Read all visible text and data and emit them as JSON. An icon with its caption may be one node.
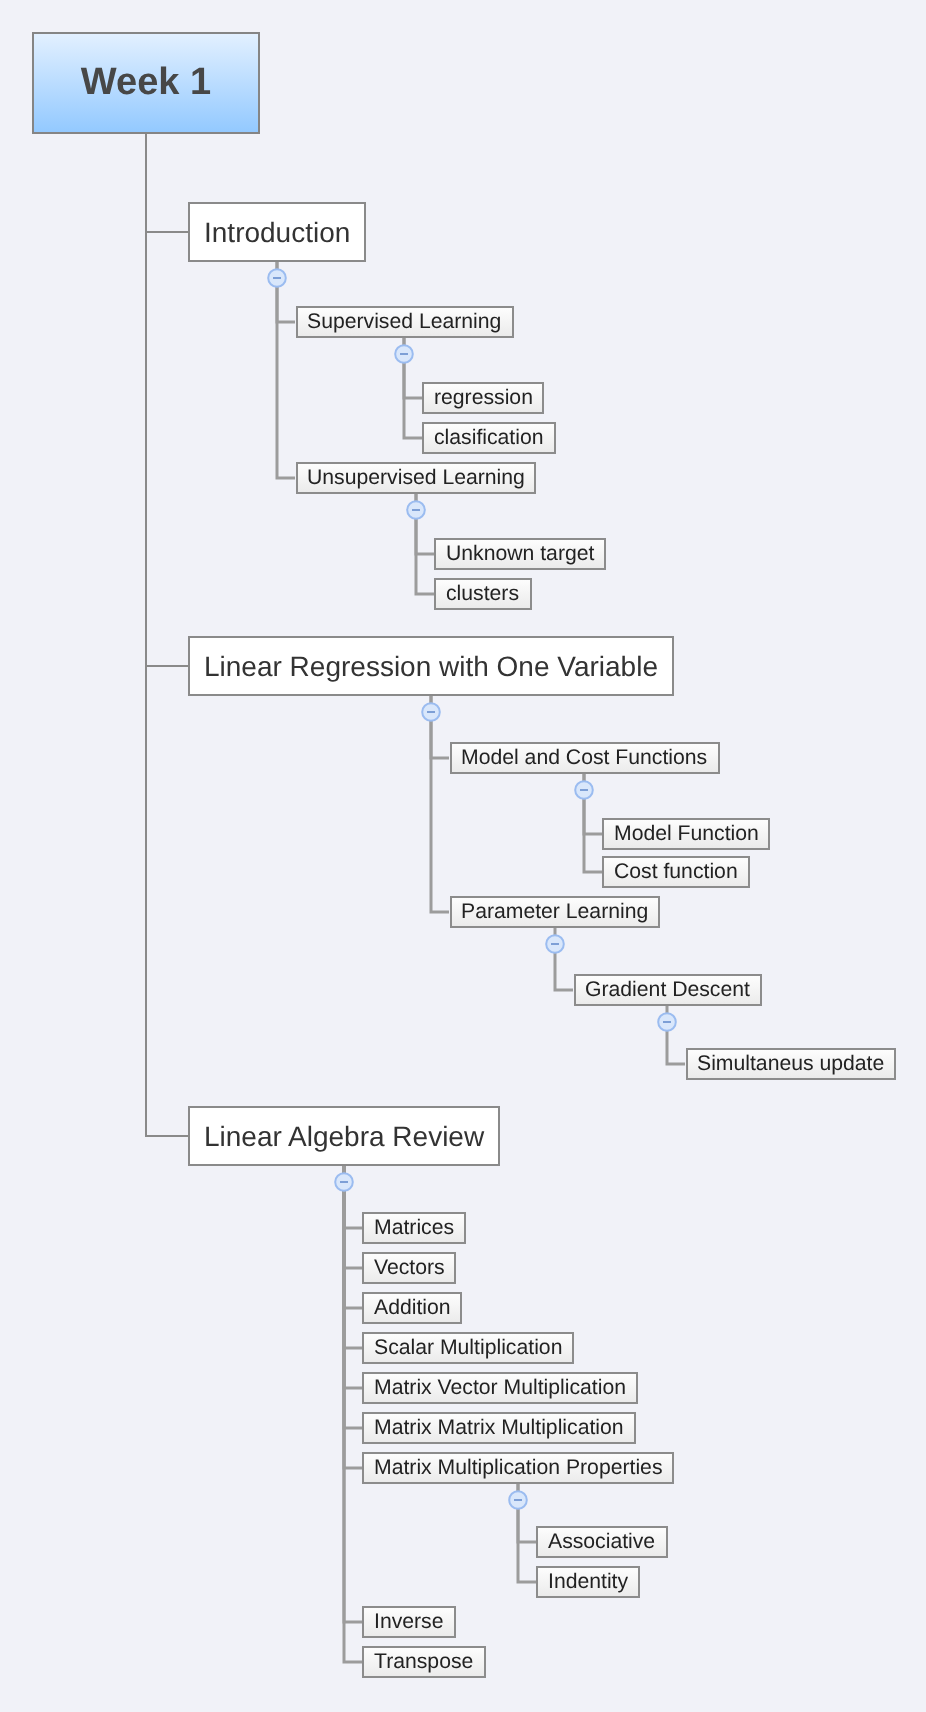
{
  "diagram": {
    "nodes": [
      {
        "text": [
          "Week 1"
        ]
      },
      {
        "text": [
          "Introduction"
        ]
      },
      {
        "text": [
          "Supervised Learning"
        ]
      },
      {
        "text": [
          "regression"
        ]
      },
      {
        "text": [
          "clasification"
        ]
      },
      {
        "text": [
          "Unsupervised Learning"
        ]
      },
      {
        "text": [
          "Unknown target"
        ]
      },
      {
        "text": [
          "clusters"
        ]
      },
      {
        "text": [
          "Linear Regression with One Variable"
        ]
      },
      {
        "text": [
          "Model and Cost Functions"
        ]
      },
      {
        "text": [
          "Model Function"
        ]
      },
      {
        "text": [
          "Cost function"
        ]
      },
      {
        "text": [
          "Parameter Learning"
        ]
      },
      {
        "text": [
          "Gradient Descent"
        ]
      },
      {
        "text": [
          "Simultaneus update"
        ]
      },
      {
        "text": [
          "Linear Algebra Review"
        ]
      },
      {
        "text": [
          "Matrices"
        ]
      },
      {
        "text": [
          "Vectors"
        ]
      },
      {
        "text": [
          "Addition"
        ]
      },
      {
        "text": [
          "Scalar Multiplication"
        ]
      },
      {
        "text": [
          "Matrix Vector Multiplication"
        ]
      },
      {
        "text": [
          "Matrix Matrix Multiplication"
        ]
      },
      {
        "text": [
          "Matrix Multiplication Properties"
        ]
      },
      {
        "text": [
          "Associative"
        ]
      },
      {
        "text": [
          "Indentity"
        ]
      },
      {
        "text": [
          "Inverse"
        ]
      },
      {
        "text": [
          "Transpose"
        ]
      }
    ],
    "edges": [
      {
        "from": 0,
        "to": 1,
        "arrow": "none"
      },
      {
        "from": 1,
        "to": 2,
        "arrow": "none"
      },
      {
        "from": 2,
        "to": 3,
        "arrow": "none"
      },
      {
        "from": 2,
        "to": 4,
        "arrow": "none"
      },
      {
        "from": 1,
        "to": 5,
        "arrow": "none"
      },
      {
        "from": 5,
        "to": 6,
        "arrow": "none"
      },
      {
        "from": 5,
        "to": 7,
        "arrow": "none"
      },
      {
        "from": 0,
        "to": 8,
        "arrow": "none"
      },
      {
        "from": 8,
        "to": 9,
        "arrow": "none"
      },
      {
        "from": 9,
        "to": 10,
        "arrow": "none"
      },
      {
        "from": 9,
        "to": 11,
        "arrow": "none"
      },
      {
        "from": 8,
        "to": 12,
        "arrow": "none"
      },
      {
        "from": 12,
        "to": 13,
        "arrow": "none"
      },
      {
        "from": 13,
        "to": 14,
        "arrow": "none"
      },
      {
        "from": 0,
        "to": 15,
        "arrow": "none"
      },
      {
        "from": 15,
        "to": 16,
        "arrow": "none"
      },
      {
        "from": 15,
        "to": 17,
        "arrow": "none"
      },
      {
        "from": 15,
        "to": 18,
        "arrow": "none"
      },
      {
        "from": 15,
        "to": 19,
        "arrow": "none"
      },
      {
        "from": 15,
        "to": 20,
        "arrow": "none"
      },
      {
        "from": 15,
        "to": 21,
        "arrow": "none"
      },
      {
        "from": 15,
        "to": 22,
        "arrow": "none"
      },
      {
        "from": 22,
        "to": 23,
        "arrow": "none"
      },
      {
        "from": 22,
        "to": 24,
        "arrow": "none"
      },
      {
        "from": 15,
        "to": 25,
        "arrow": "none"
      },
      {
        "from": 15,
        "to": 26,
        "arrow": "none"
      }
    ]
  }
}
